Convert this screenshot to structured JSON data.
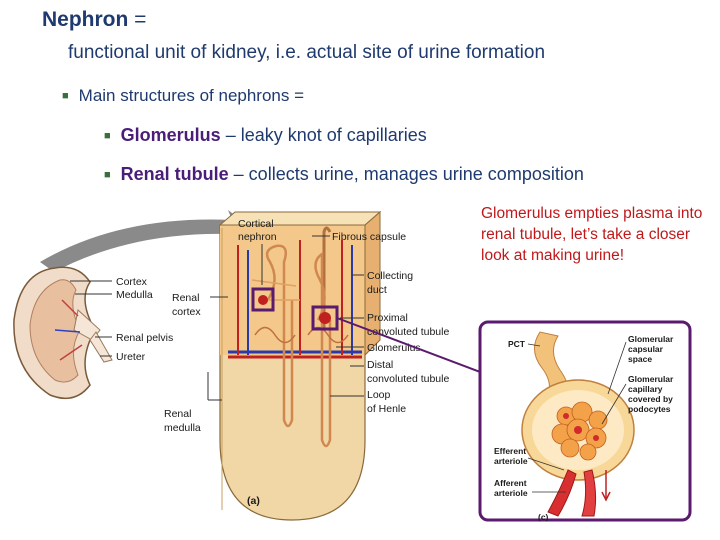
{
  "title": {
    "term": "Nephron",
    "suffix": " ="
  },
  "definition": "functional unit of kidney, i.e. actual site of urine formation",
  "main_bullet": "Main structures of nephrons =",
  "sub_bullets": [
    {
      "term": "Glomerulus",
      "rest": " – leaky knot of capillaries"
    },
    {
      "term": "Renal tubule",
      "rest": " – collects urine, manages urine composition"
    }
  ],
  "note": "Glomerulus empties plasma into renal tubule, let’s take a closer look at making urine!",
  "figure_a": {
    "labels": {
      "cortical_nephron": [
        "Cortical",
        "nephron"
      ],
      "fibrous_capsule": "Fibrous capsule",
      "cortex": "Cortex",
      "medulla": "Medulla",
      "renal_cortex": [
        "Renal",
        "cortex"
      ],
      "renal_pelvis": "Renal pelvis",
      "ureter": "Ureter",
      "collecting_duct": [
        "Collecting",
        "duct"
      ],
      "proximal_tubule": [
        "Proximal",
        "convoluted tubule"
      ],
      "glomerulus": "Glomerulus",
      "distal_tubule": [
        "Distal",
        "convoluted tubule"
      ],
      "loop_henle": [
        "Loop",
        "of Henle"
      ],
      "renal_medulla": [
        "Renal",
        "medulla"
      ],
      "panel": "(a)"
    }
  },
  "figure_c": {
    "labels": {
      "pct": "PCT",
      "capsular_space": [
        "Glomerular",
        "capsular",
        "space"
      ],
      "glomerular_capillary": [
        "Glomerular",
        "capillary",
        "covered by",
        "podocytes"
      ],
      "efferent": [
        "Efferent",
        "arteriole"
      ],
      "afferent": [
        "Afferent",
        "arteriole"
      ],
      "panel": "(c)"
    }
  },
  "colors": {
    "heading": "#1f3a6e",
    "term": "#4a1d78",
    "note": "#c0181a",
    "bullet": "#3a6e3a",
    "frame": "#5a1a6e"
  }
}
